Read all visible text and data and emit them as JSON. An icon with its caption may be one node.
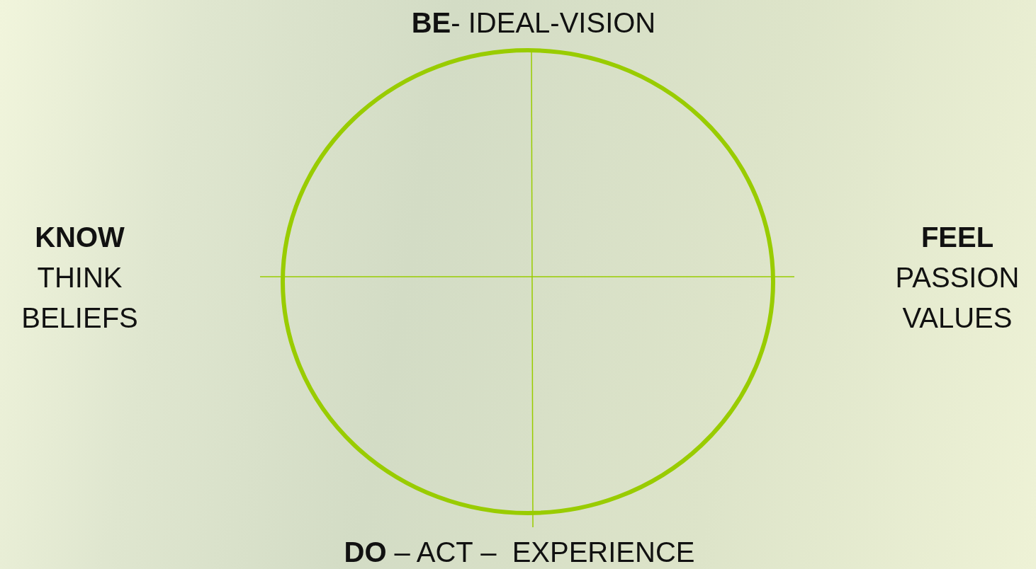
{
  "diagram": {
    "labels": [
      "**BE**- IDEAL-VISION",
      "**KNOW** THINK BELIEFS",
      "**FEEL** PASSION VALUES",
      "**DO** – ACT –  EXPERIENCE"
    ]
  }
}
